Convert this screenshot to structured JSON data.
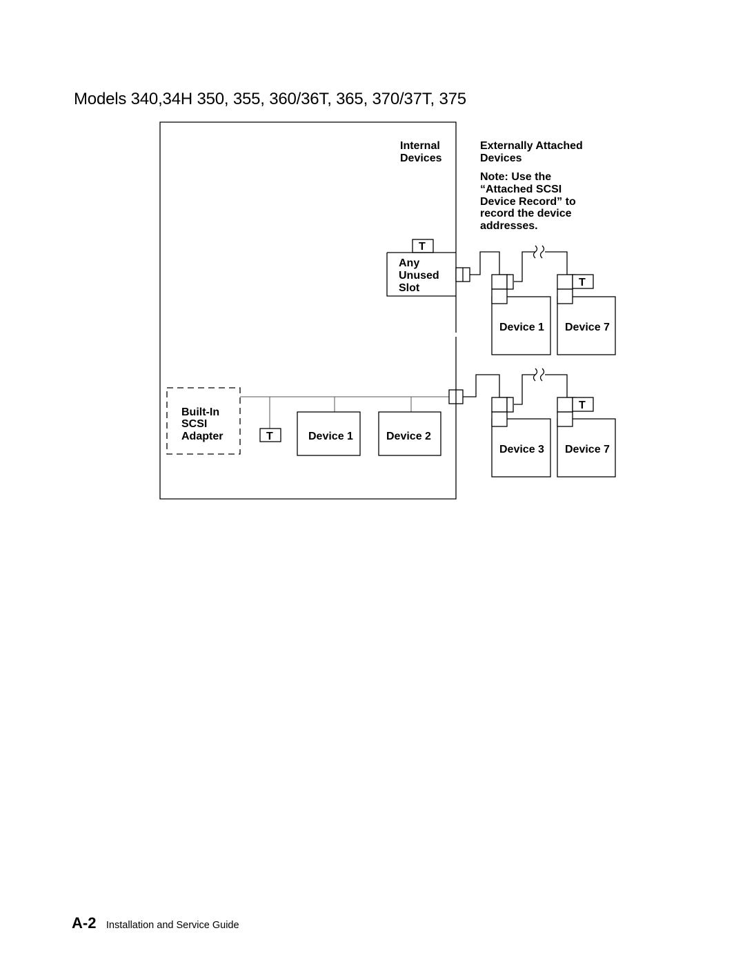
{
  "page": {
    "title": "Models 340,34H 350, 355, 360/36T, 365, 370/37T, 375",
    "page_number": "A-2",
    "guide_title": "Installation and Service Guide"
  },
  "diagram": {
    "internal_devices_label": [
      "Internal",
      "Devices"
    ],
    "external_devices_label": [
      "Externally Attached",
      "Devices"
    ],
    "note_lines": [
      "Note: Use the",
      "“Attached SCSI",
      "Device Record” to",
      "record the device",
      "addresses."
    ],
    "terminator_label": "T",
    "unused_slot_label": [
      "Any",
      "Unused",
      "Slot"
    ],
    "adapter_label": [
      "Built-In",
      "SCSI",
      "Adapter"
    ],
    "internal_devices": [
      "Device 1",
      "Device 2"
    ],
    "external_chain_1": [
      "Device 1",
      "Device 7"
    ],
    "external_chain_2": [
      "Device 3",
      "Device 7"
    ]
  }
}
